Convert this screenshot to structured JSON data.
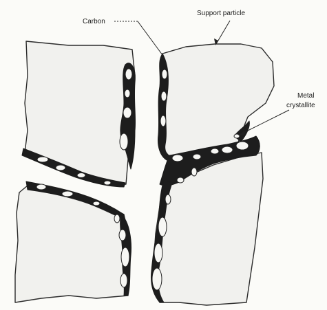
{
  "labels": {
    "carbon": "Carbon",
    "support_particle": "Support particle",
    "metal_line1": "Metal",
    "metal_line2": "crystallite"
  },
  "colors": {
    "background": "#fbfbf8",
    "particle_fill": "#f1f1ee",
    "carbon": "#1d1d1d",
    "crystallite": "#f7f7f4"
  }
}
